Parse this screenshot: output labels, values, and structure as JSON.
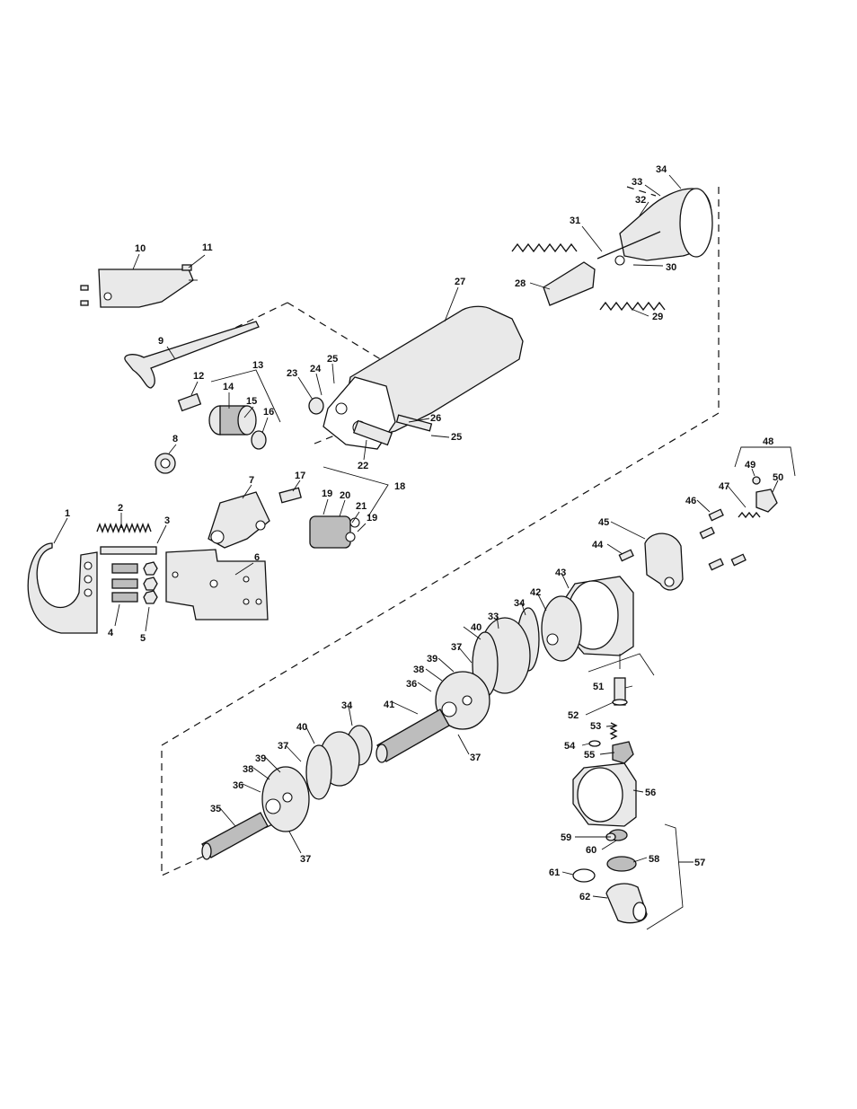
{
  "labels": [
    "1",
    "2",
    "3",
    "4",
    "5",
    "6",
    "7",
    "8",
    "9",
    "10",
    "11",
    "12",
    "13",
    "14",
    "15",
    "16",
    "17",
    "18",
    "19",
    "20",
    "21",
    "22",
    "23",
    "24",
    "25",
    "26",
    "27",
    "28",
    "29",
    "30",
    "31",
    "32",
    "33",
    "34",
    "35",
    "36",
    "37",
    "38",
    "39",
    "40",
    "41",
    "42",
    "43",
    "44",
    "45",
    "46",
    "47",
    "48",
    "49",
    "50",
    "51",
    "52",
    "53",
    "54",
    "55",
    "56",
    "57",
    "58",
    "59",
    "60",
    "61",
    "62"
  ],
  "colors": {
    "ink": "#111111",
    "fill": "#e9e9e9",
    "shade": "#bdbdbd"
  }
}
